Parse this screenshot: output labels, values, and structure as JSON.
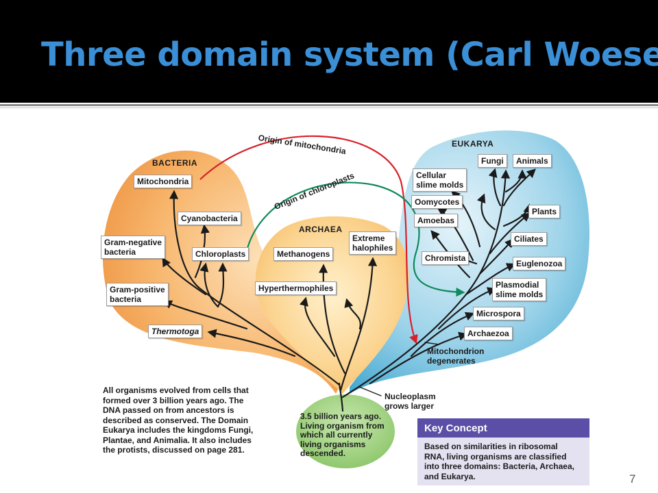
{
  "slide": {
    "title": "Three domain system (Carl Woese)",
    "page_number": "7"
  },
  "domains": {
    "bacteria": "BACTERIA",
    "archaea": "ARCHAEA",
    "eukarya": "EUKARYA"
  },
  "bacteria_groups": {
    "mitochondria": "Mitochondria",
    "cyanobacteria": "Cyanobacteria",
    "gram_negative": [
      "Gram-negative",
      "bacteria"
    ],
    "chloroplasts": "Chloroplasts",
    "gram_positive": [
      "Gram-positive",
      "bacteria"
    ],
    "thermotoga": "Thermotoga"
  },
  "archaea_groups": {
    "methanogens": "Methanogens",
    "extreme_halophiles": [
      "Extreme",
      "halophiles"
    ],
    "hyperthermophiles": "Hyperthermophiles"
  },
  "eukarya_groups": {
    "cellular_slime_molds": [
      "Cellular",
      "slime molds"
    ],
    "fungi": "Fungi",
    "animals": "Animals",
    "oomycotes": "Oomycotes",
    "plants": "Plants",
    "amoebas": "Amoebas",
    "ciliates": "Ciliates",
    "chromista": "Chromista",
    "euglenozoa": "Euglenozoa",
    "plasmodial_slime_molds": [
      "Plasmodial",
      "slime molds"
    ],
    "microspora": "Microspora",
    "archaezoa": "Archaezoa"
  },
  "annotations": {
    "origin_mitochondria": "Origin of mitochondria",
    "origin_chloroplasts": "Origin of chloroplasts",
    "mitochondrion_degenerates": [
      "Mitochondrion",
      "degenerates"
    ],
    "nucleoplasm": [
      "Nucleoplasm",
      "grows larger"
    ]
  },
  "root_text": [
    "3.5 billion years ago.",
    "Living organism from",
    "which all currently",
    "living organisms",
    "descended."
  ],
  "description": [
    "All organisms evolved from cells that",
    "formed over 3 billion years ago. The",
    "DNA passed on from ancestors is",
    "described as conserved. The Domain",
    "Eukarya includes the kingdoms Fungi,",
    "Plantae, and Animalia. It also includes",
    "the protists, discussed on page 281."
  ],
  "key_concept": {
    "title": "Key Concept",
    "body": [
      "Based on similarities in ribosomal",
      "RNA, living organisms are classified",
      "into three domains: Bacteria, Archaea,",
      "and Eukarya."
    ]
  },
  "colors": {
    "title": "#3b8fd6",
    "bacteria_blob": "#f3a24f",
    "archaea_blob": "#f8c878",
    "eukarya_blob": "#5fb8da",
    "root_blob": "#9acd7a",
    "mitochondria_arrow": "#d8202a",
    "chloroplast_arrow": "#0f8a5a",
    "key_header": "#5b4ea6",
    "key_body": "#e4e1f1"
  }
}
